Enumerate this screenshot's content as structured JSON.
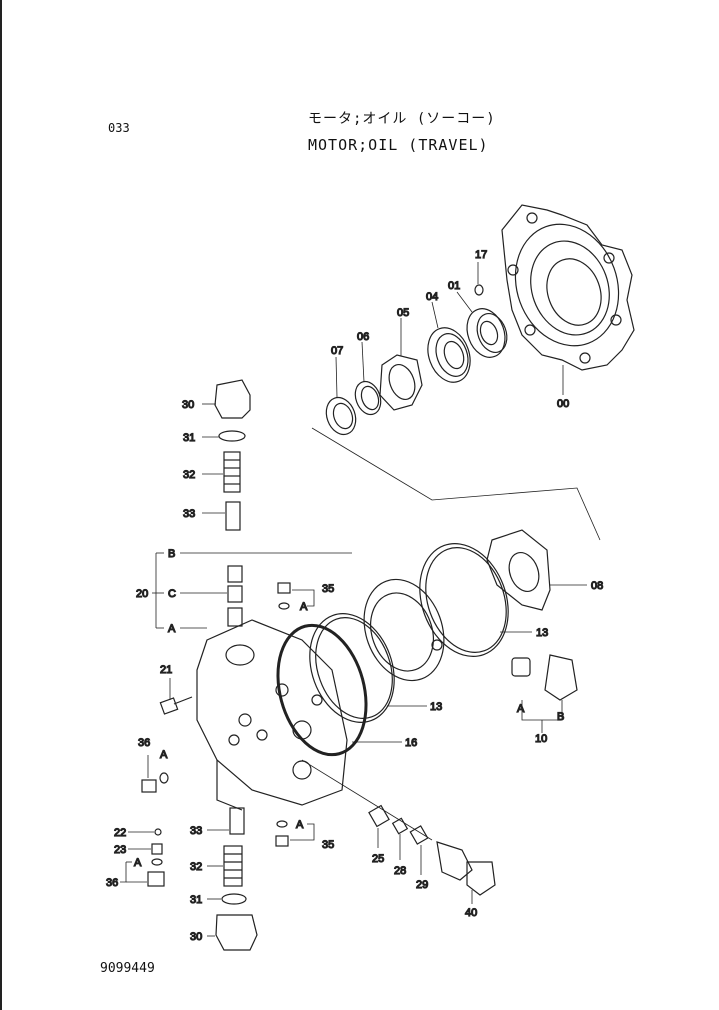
{
  "page_number": "033",
  "title_jp": "モータ;オイル (ソーコー)",
  "title_en": "MOTOR;OIL (TRAVEL)",
  "drawing_number": "9099449",
  "callouts": {
    "c00": "00",
    "c01": "01",
    "c04": "04",
    "c05": "05",
    "c06": "06",
    "c07": "07",
    "c08": "08",
    "c10": "10",
    "c13a": "13",
    "c13b": "13",
    "c16": "16",
    "c17": "17",
    "c20": "20",
    "c21": "21",
    "c22": "22",
    "c23": "23",
    "c25": "25",
    "c28": "28",
    "c29": "29",
    "c30a": "30",
    "c30b": "30",
    "c31a": "31",
    "c31b": "31",
    "c32a": "32",
    "c32b": "32",
    "c33a": "33",
    "c33b": "33",
    "c35a": "35",
    "c35b": "35",
    "c36a": "36",
    "c36b": "36",
    "c40": "40"
  },
  "letters": {
    "b1": "B",
    "c1": "C",
    "a1": "A",
    "a2": "A",
    "a3": "A",
    "a4": "A",
    "a5": "A",
    "a6": "A",
    "b2": "B"
  }
}
